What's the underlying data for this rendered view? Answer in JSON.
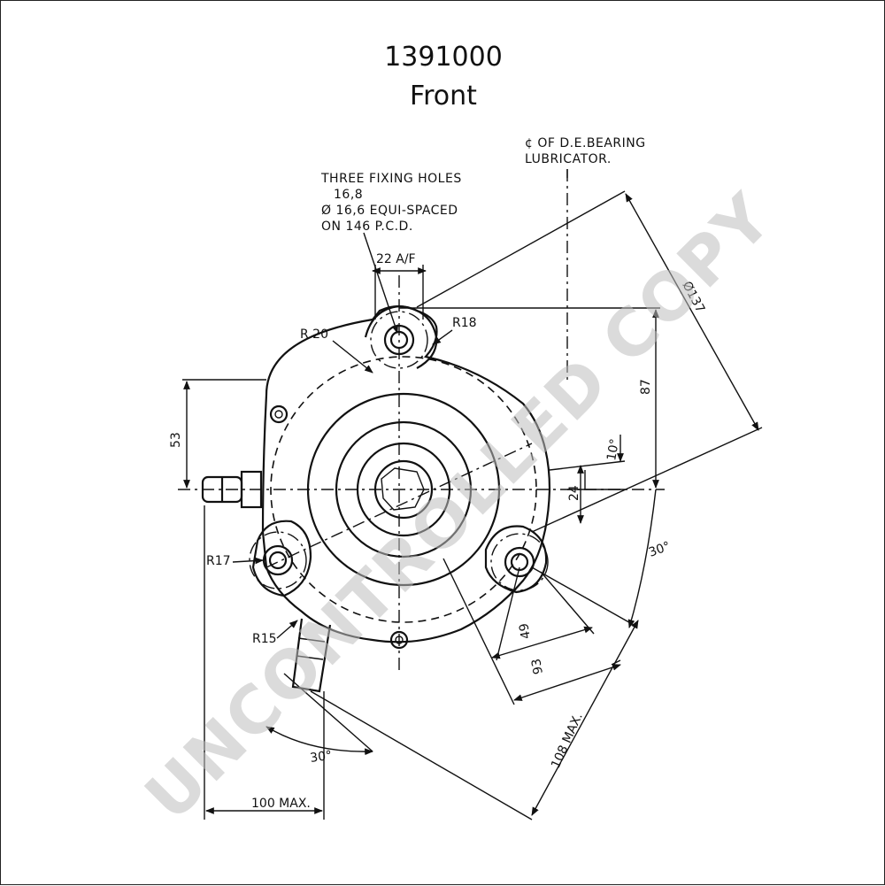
{
  "title": {
    "part_number": "1391000",
    "view": "Front"
  },
  "notes": {
    "bearing_line1": "¢ OF D.E.BEARING",
    "bearing_line2": "LUBRICATOR.",
    "holes_line1": "THREE FIXING HOLES",
    "holes_line2": "16,8",
    "holes_line3": "Ø 16,6 EQUI-SPACED",
    "holes_line4": "ON 146 P.C.D."
  },
  "dimensions": {
    "across_flats": "22 A/F",
    "r20": "R 20",
    "r18": "R18",
    "r17": "R17",
    "r15": "R15",
    "dia137": "Ø137",
    "d87": "87",
    "d53": "53",
    "angle10": "10°",
    "d24": "24",
    "angle30_right": "30°",
    "d49": "49",
    "d93": "93",
    "d108": "108 MAX.",
    "angle30_bottom": "30°",
    "d100": "100 MAX."
  },
  "watermark": "UNCONTROLLED COPY"
}
